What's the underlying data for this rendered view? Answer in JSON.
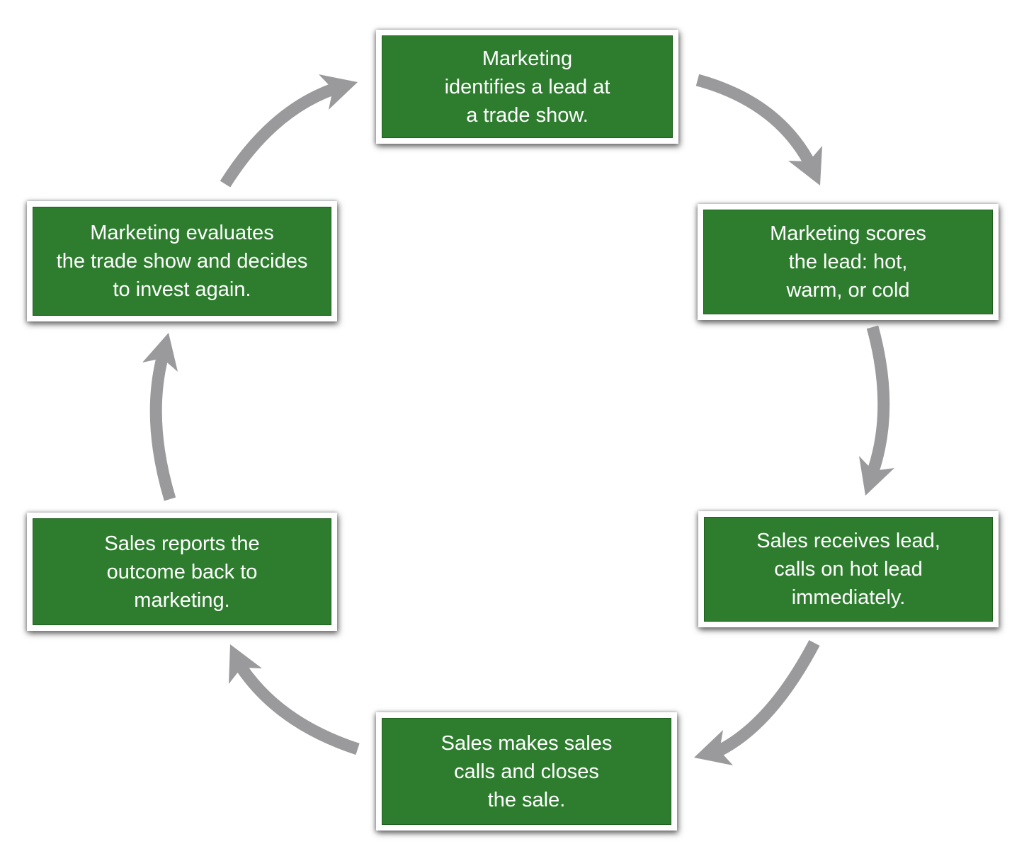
{
  "diagram": {
    "type": "cycle",
    "steps": [
      {
        "text": "Marketing\nidentifies a lead at\na trade show."
      },
      {
        "text": "Marketing scores\nthe lead: hot,\nwarm, or cold"
      },
      {
        "text": "Sales receives lead,\ncalls on hot lead\nimmediately."
      },
      {
        "text": "Sales makes sales\ncalls and closes\nthe sale."
      },
      {
        "text": "Sales reports the\noutcome back to\nmarketing."
      },
      {
        "text": "Marketing evaluates\nthe trade show and decides\nto invest again."
      }
    ],
    "connections": [
      {
        "from": 1,
        "to": 2
      },
      {
        "from": 2,
        "to": 3
      },
      {
        "from": 3,
        "to": 4
      },
      {
        "from": 4,
        "to": 5
      },
      {
        "from": 5,
        "to": 6
      },
      {
        "from": 6,
        "to": 1
      }
    ]
  },
  "colors": {
    "box_fill": "#2e7d2f",
    "box_border": "#ffffff",
    "text": "#ffffff",
    "arrow": "#9a9a9c",
    "background": "#ffffff"
  }
}
